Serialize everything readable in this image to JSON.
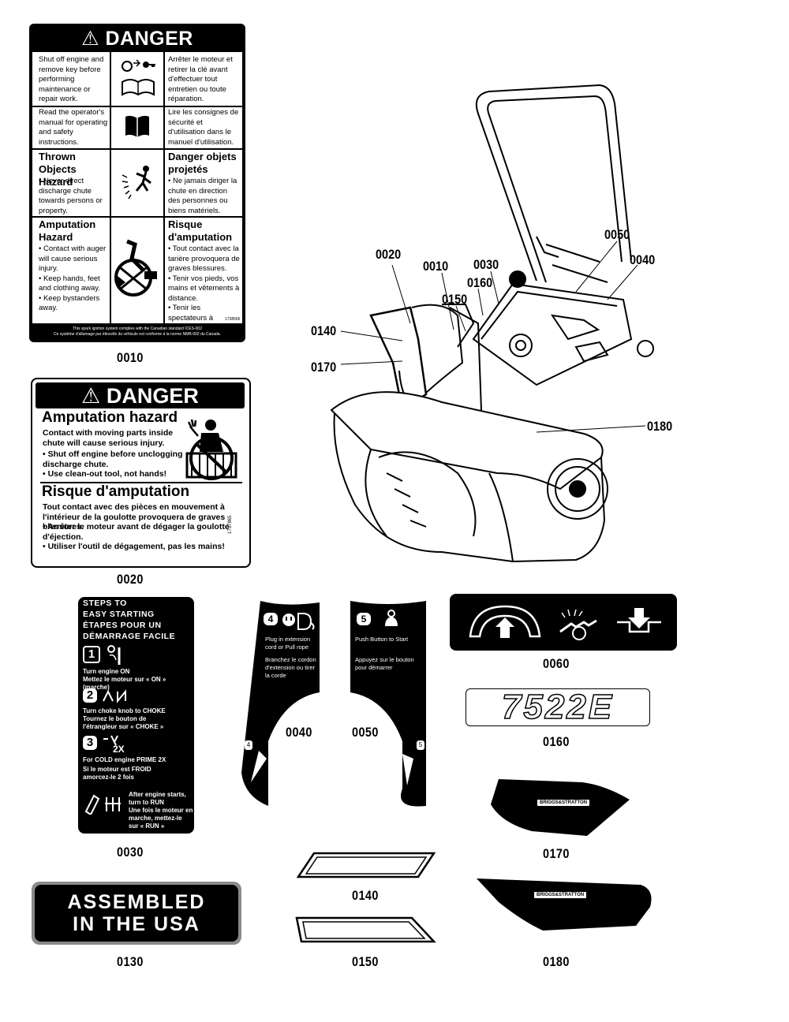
{
  "labels": {
    "d0010": {
      "title": "DANGER",
      "rows": [
        {
          "en": "Shut off engine and remove key before performing maintenance or repair work.",
          "fr": "Arrêter le moteur et retirer la clé avant d'effectuer tout entretien ou toute réparation.",
          "icon": "key-and-manual-icon"
        },
        {
          "en": "Read the operator's manual for operating and safety instructions.",
          "fr": "Lire les consignes de sécurité et d'utilisation dans le manuel d'utilisation.",
          "icon": "manual-icon"
        },
        {
          "en_title": "Thrown Objects Hazard",
          "en": "• Never direct discharge chute towards persons or property.",
          "fr_title": "Danger objets projetés",
          "fr": "• Ne jamais diriger la chute en direction des personnes ou biens matériels.",
          "icon": "thrown-objects-icon"
        },
        {
          "en_title": "Amputation Hazard",
          "en": "• Contact with auger will cause serious injury.\n• Keep hands, feet and clothing away.\n• Keep bystanders away.",
          "fr_title": "Risque d'amputation",
          "fr": "• Tout contact avec la tarière provoquera de graves blessures.\n• Tenir vos pieds, vos mains et vêtements à distance.\n• Tenir les spectateurs à distance.",
          "icon": "auger-hazard-icon"
        }
      ],
      "code": "1738566",
      "footer": "This spark ignition system complies with the Canadian standard ICES-002\nCe système d'allumage par étincelle du véhicule est conforme à la norme NMB-002 du Canada."
    },
    "d0020": {
      "title": "DANGER",
      "en_heading": "Amputation hazard",
      "en_text": "Contact with moving parts inside chute will cause serious injury.",
      "en_bullets": [
        "• Shut off engine before unclogging discharge chute.",
        "• Use clean-out tool, not hands!"
      ],
      "fr_heading": "Risque d'amputation",
      "fr_text": "Tout contact avec des pièces en mouvement à l'intérieur de la goulotte provoquera de graves blessures.",
      "fr_bullets": [
        "• Arrêter le moteur avant de dégager la goulotte d'éjection.",
        "• Utiliser l'outil de dégagement, pas les mains!"
      ],
      "code": "1737865",
      "icon": "hand-in-chute-icon"
    },
    "d0030": {
      "heading": [
        "STEPS TO",
        "EASY STARTING",
        "ÉTAPES POUR UN",
        "DÉMARRAGE FACILE"
      ],
      "steps": [
        {
          "num": "1",
          "en": "Turn engine ON",
          "fr": "Mettez le moteur sur « ON » (marche)"
        },
        {
          "num": "2",
          "en": "Turn choke knob to CHOKE",
          "fr": "Tournez le bouton de l'étrangleur sur « CHOKE »"
        },
        {
          "num": "3",
          "extra": "2X",
          "en": "For COLD engine PRIME 2X",
          "fr": "Si le moteur est FROID amorcez-le 2 fois"
        }
      ],
      "run": "After engine starts, turn to RUN\nUne fois le moteur en marche, mettez-le sur « RUN »"
    },
    "d0040": {
      "num": "4",
      "en": "Plug in extension cord or Pull rope",
      "fr": "Branchez le cordon d'extension ou tirer la corde",
      "small": "4"
    },
    "d0050": {
      "num": "5",
      "en": "Push Button to Start",
      "fr": "Appuyez sur le bouton pour démarrer",
      "small": "5"
    },
    "d0130": {
      "line1": "ASSEMBLED",
      "line2": "IN THE USA"
    },
    "d0160": {
      "text": "7522E"
    },
    "brand": "BRIGGS&STRATTON"
  },
  "part_numbers": {
    "p0010": "0010",
    "p0020": "0020",
    "p0030": "0030",
    "p0040": "0040",
    "p0050": "0050",
    "p0060": "0060",
    "p0130": "0130",
    "p0140": "0140",
    "p0150": "0150",
    "p0160": "0160",
    "p0170": "0170",
    "p0180": "0180"
  },
  "callouts": {
    "c0020": "0020",
    "c0010": "0010",
    "c0030": "0030",
    "c0160": "0160",
    "c0150": "0150",
    "c0050": "0050",
    "c0040": "0040",
    "c0140": "0140",
    "c0170": "0170",
    "c0180": "0180"
  }
}
